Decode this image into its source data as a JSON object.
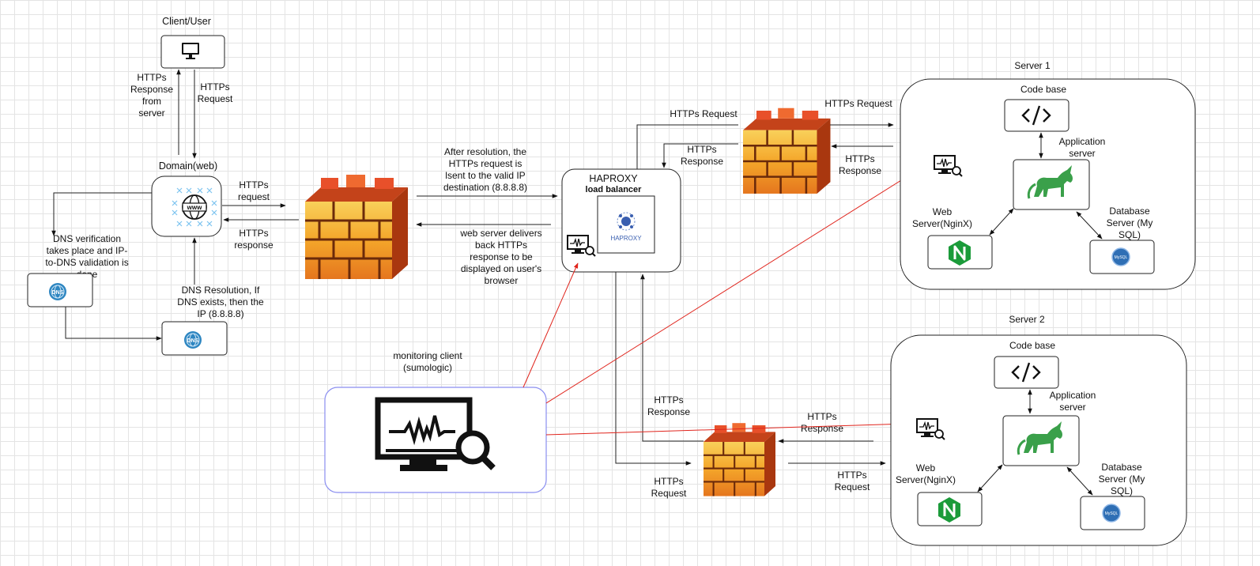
{
  "labels": {
    "client_user": "Client/User",
    "https_response_from_server": [
      "HTTPs",
      "Response",
      "from",
      "server"
    ],
    "https_request_top": [
      "HTTPs",
      "Request"
    ],
    "domain_web": "Domain(web)",
    "https_request_mid": [
      "HTTPs",
      "request"
    ],
    "https_response_mid": [
      "HTTPs",
      "response"
    ],
    "dns_verification": [
      "DNS verification",
      "takes place and IP-",
      "to-DNS validation is",
      "done"
    ],
    "dns_resolution": [
      "DNS Resolution, If",
      "DNS exists, then the",
      "IP (8.8.8.8)"
    ],
    "after_resolution": [
      "After resolution, the",
      "HTTPs request is",
      "lsent to the valid IP",
      "destination (8.8.8.8)"
    ],
    "web_server_delivers": [
      "web server delivers",
      "back HTTPs",
      "response to be",
      "displayed on user's",
      "browser"
    ],
    "haproxy_title": "HAPROXY",
    "haproxy_subtitle": "load balancer",
    "haproxy_logo_text": "HAPROXY",
    "monitoring_client": [
      "monitoring client",
      "(sumologic)"
    ],
    "fw_top_req_left": "HTTPs Request",
    "fw_top_resp_left": [
      "HTTPs",
      "Response"
    ],
    "fw_top_req_right": "HTTPs Request",
    "fw_top_resp_right": [
      "HTTPs",
      "Response"
    ],
    "fw_bot_resp_left": [
      "HTTPs",
      "Response"
    ],
    "fw_bot_req_left": [
      "HTTPs",
      "Request"
    ],
    "fw_bot_resp_right": [
      "HTTPs",
      "Response"
    ],
    "fw_bot_req_right": [
      "HTTPs",
      "Request"
    ],
    "server1": {
      "title": "Server 1",
      "code_base": "Code base",
      "app_server": [
        "Application",
        "server"
      ],
      "web_server": [
        "Web",
        "Server(NginX)"
      ],
      "db_server": [
        "Database",
        "Server (My",
        "SQL)"
      ]
    },
    "server2": {
      "title": "Server 2",
      "code_base": "Code base",
      "app_server": [
        "Application",
        "server"
      ],
      "web_server": [
        "Web",
        "Server(NginX)"
      ],
      "db_server": [
        "Database",
        "Server (My",
        "SQL)"
      ]
    },
    "icon_text": {
      "www": "www",
      "dns": "DNS",
      "mysql": "MySQL"
    }
  },
  "colors": {
    "red_line": "#e0241c",
    "firewall_light": "#f4b232",
    "firewall_dark": "#d8471f",
    "nginx_green": "#1b9b3a",
    "unicorn_green": "#3aa04a",
    "dns_blue": "#2e86c1",
    "mysql_blue": "#2f6fb5",
    "monitor_border": "#8a8ef0"
  },
  "icons": [
    "monitor-icon",
    "globe-www-icon",
    "dns-icon",
    "firewall-icon",
    "haproxy-icon",
    "code-icon",
    "unicorn-icon",
    "nginx-icon",
    "mysql-icon",
    "monitoring-icon"
  ]
}
